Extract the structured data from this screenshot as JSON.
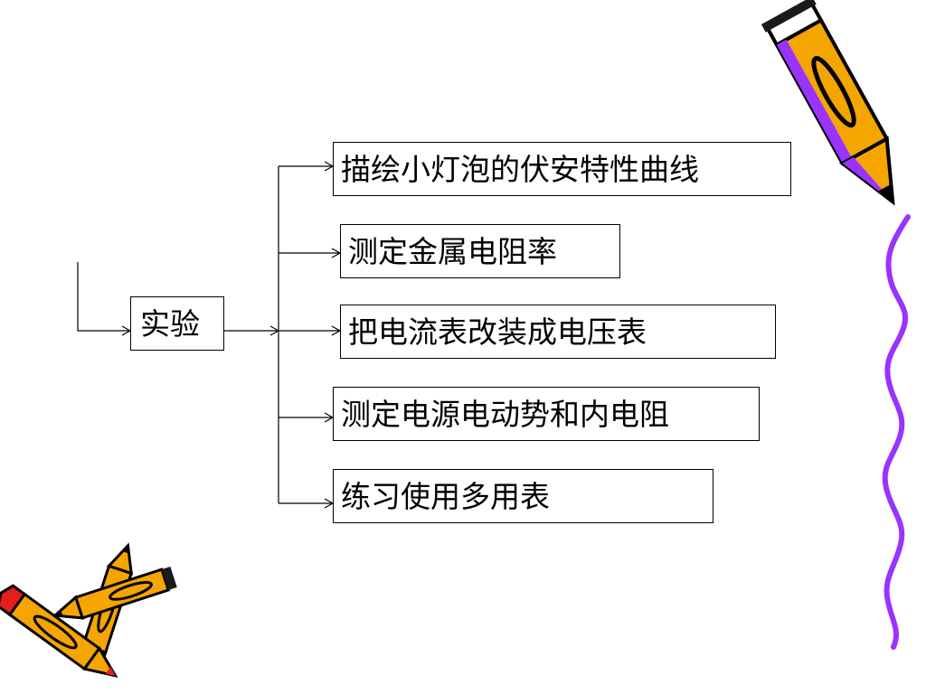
{
  "diagram": {
    "root": "实验",
    "branches": [
      "描绘小灯泡的伏安特性曲线",
      "测定金属电阻率",
      "把电流表改装成电压表",
      "测定电源电动势和内电阻",
      "练习使用多用表"
    ]
  },
  "colors": {
    "line": "#000000",
    "pencil_body": "#f5a500",
    "pencil_outline": "#000000",
    "pencil_accent": "#9933ff",
    "wavy_line": "#9933ff",
    "eraser_red": "#e41d1d",
    "eraser_green": "#1fa339"
  },
  "decorations": [
    "pencil-icon",
    "crossed-pencils-icon",
    "wavy-line"
  ]
}
